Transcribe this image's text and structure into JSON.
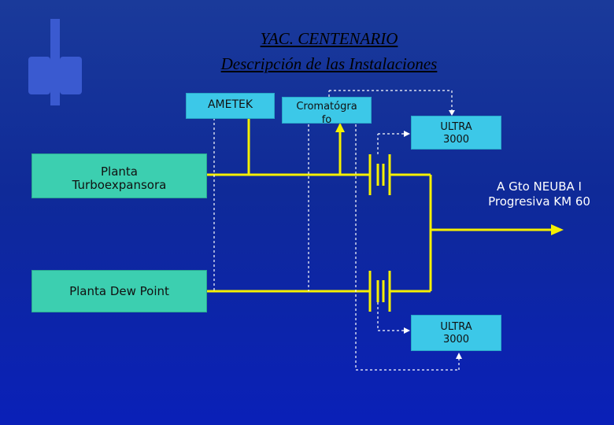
{
  "title": {
    "line1": "YAC. CENTENARIO",
    "line2": "Descripción de las Instalaciones"
  },
  "logo": {
    "icon": "company-logo"
  },
  "nodes": {
    "ametek": "AMETEK",
    "cromatografo": "Cromatógra fo",
    "ultra_top_line1": "ULTRA",
    "ultra_top_line2": "3000",
    "ultra_bottom_line1": "ULTRA",
    "ultra_bottom_line2": "3000",
    "planta_turbo_line1": "Planta",
    "planta_turbo_line2": "Turboexpansora",
    "planta_dew": "Planta Dew Point"
  },
  "destination": {
    "line1": "A Gto NEUBA I",
    "line2": "Progresiva KM 60"
  },
  "colors": {
    "background": "#1030a0",
    "pipe": "#f5f000",
    "signal": "#ffffff",
    "box_blue": "#3cc8e8",
    "box_green": "#3ccfb0"
  }
}
